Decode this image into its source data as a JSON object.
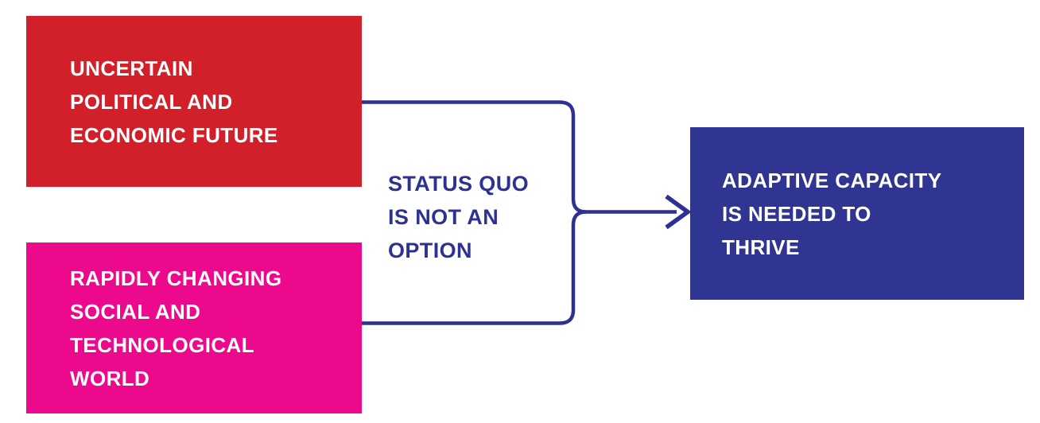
{
  "diagram": {
    "causes": [
      {
        "label": "UNCERTAIN\nPOLITICAL AND\nECONOMIC FUTURE"
      },
      {
        "label": "RAPIDLY CHANGING\nSOCIAL AND\nTECHNOLOGICAL\nWORLD"
      }
    ],
    "middle_note": "STATUS QUO\nIS NOT AN\nOPTION",
    "outcome": {
      "label": "ADAPTIVE CAPACITY\nIS NEEDED TO\nTHRIVE"
    }
  },
  "colors": {
    "red": "#D2202A",
    "pink": "#EC098C",
    "navy": "#2F3590",
    "line": "#2D3191"
  }
}
